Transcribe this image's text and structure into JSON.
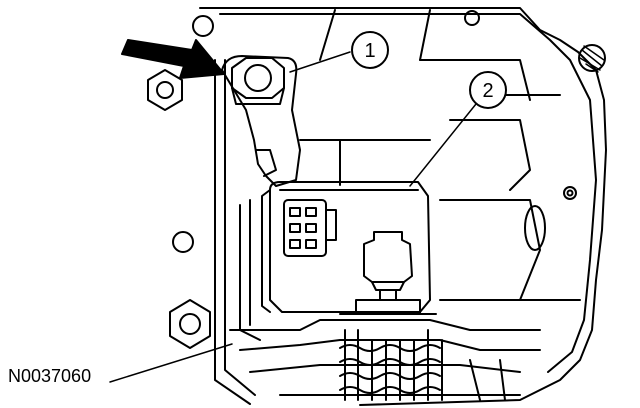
{
  "figure_code": "N0037060",
  "callouts": [
    {
      "number": "1"
    },
    {
      "number": "2"
    }
  ],
  "colors": {
    "line": "#000000",
    "background": "#ffffff"
  }
}
